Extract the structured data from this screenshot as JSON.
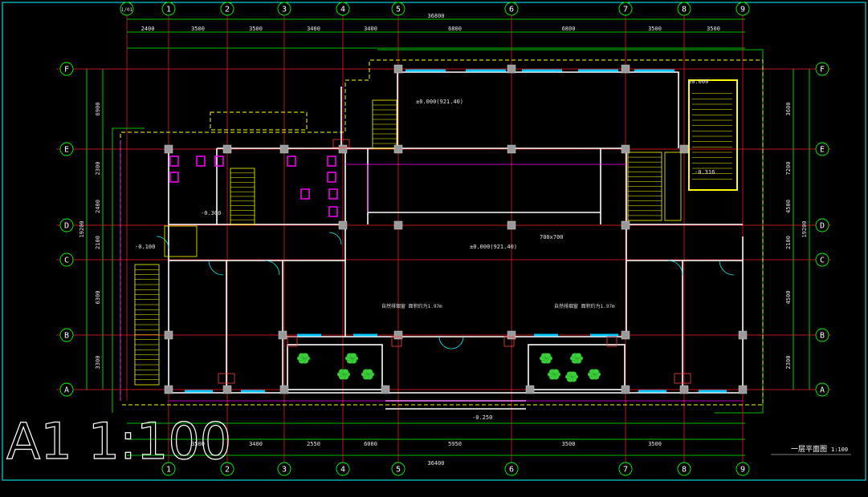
{
  "drawing": {
    "scale_label": "A1 1:100",
    "view_title": "一层平面图",
    "view_scale": "1:100",
    "elevation_main": "±0.000(921.40)",
    "elevation_lobby": "±0.000(921.40)",
    "elevation_stair": "±0.000",
    "elevation_outside": "-0.250",
    "elevation_toilet": "-0.300",
    "elevation_low": "-0.100",
    "elevation_right": "-0.316",
    "column_label": "700x700",
    "rail_note_left": "自然排烟窗 面积约为1.97m",
    "rail_note_right": "自然排烟窗 面积约为1.97m"
  },
  "grid": {
    "columns": [
      "1",
      "2",
      "3",
      "4",
      "5",
      "6",
      "7",
      "8",
      "9"
    ],
    "rows": [
      "F",
      "E",
      "D",
      "C",
      "B",
      "A"
    ],
    "corner_label": "1/01"
  },
  "dims": {
    "top_total": "36800",
    "top_segments": [
      "2400",
      "3500",
      "3500",
      "3400",
      "3400",
      "6800",
      "6800",
      "3500",
      "3500"
    ],
    "bottom_total": "36400",
    "bottom_segments": [
      "3500",
      "3400",
      "2550",
      "6000",
      "5950",
      "3500",
      "3500"
    ],
    "left_total": "19200",
    "left_segments": [
      "6900",
      "2300",
      "2400",
      "2100",
      "6300",
      "3300"
    ],
    "right_total": "19200",
    "right_segments": [
      "3600",
      "7200",
      "4500",
      "2100",
      "4500",
      "2300"
    ]
  },
  "colors": {
    "grid_axis": "#ff2020",
    "dimension": "#00ff00",
    "wall": "#ffffff",
    "door": "#00ffff",
    "fixture": "#ff00ff",
    "highlight": "#ffff00",
    "window": "#00c8ff"
  }
}
